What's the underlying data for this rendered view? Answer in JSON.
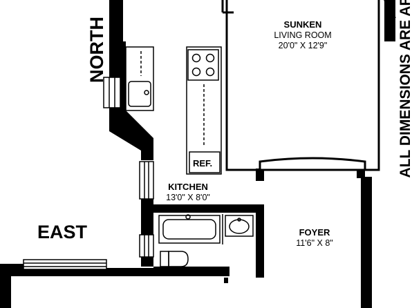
{
  "compass": {
    "north": "NORTH",
    "east": "EAST"
  },
  "note": "ALL DIMENSIONS ARE AP",
  "rooms": {
    "living": {
      "name": "SUNKEN",
      "line2": "LIVING ROOM",
      "dims": "20'0\" X 12'9\""
    },
    "kitchen": {
      "name": "KITCHEN",
      "dims": "13'0\" X 8'0\""
    },
    "foyer": {
      "name": "FOYER",
      "dims": "11'6\" X 8\""
    }
  },
  "appliances": {
    "refrigerator": "REF."
  }
}
